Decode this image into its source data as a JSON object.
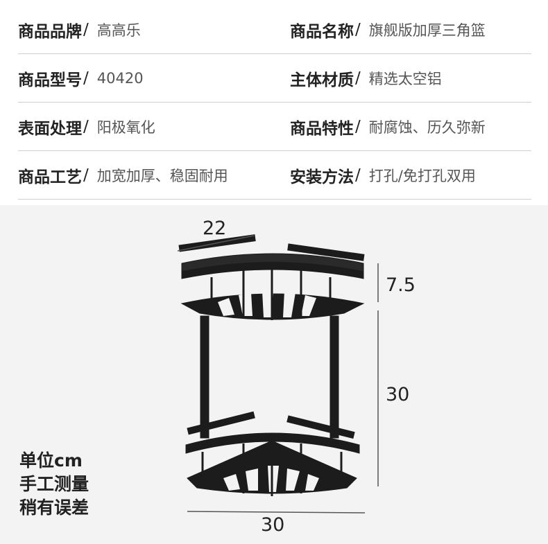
{
  "specs": [
    {
      "label": "商品品牌",
      "value": "高高乐"
    },
    {
      "label": "商品名称",
      "value": "旗舰版加厚三角篮"
    },
    {
      "label": "商品型号",
      "value": "40420"
    },
    {
      "label": "主体材质",
      "value": "精选太空铝"
    },
    {
      "label": "表面处理",
      "value": "阳极氧化"
    },
    {
      "label": "商品特性",
      "value": "耐腐蚀、历久弥新"
    },
    {
      "label": "商品工艺",
      "value": "加宽加厚、稳固耐用"
    },
    {
      "label": "安装方法",
      "value": "打孔/免打孔双用"
    }
  ],
  "separator": "/",
  "dimensions": {
    "top_width": "22",
    "basket_height": "7.5",
    "pole_height": "30",
    "bottom_width": "30"
  },
  "notes": [
    "单位cm",
    "手工测量",
    "稍有误差"
  ],
  "colors": {
    "rack": "#1c1c1c",
    "photo_bg": "#f3f3f3",
    "rule": "#cfcfcf"
  }
}
